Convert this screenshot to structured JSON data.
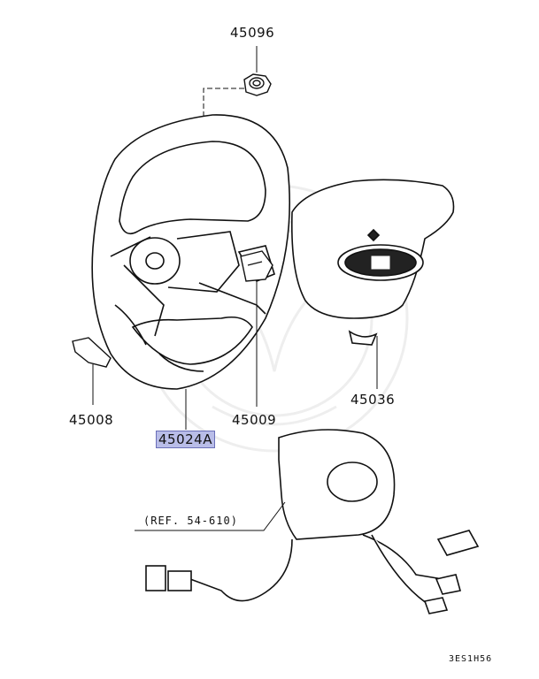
{
  "parts": {
    "nut": "45096",
    "pad_cover": "45036",
    "trim_cover": "45008",
    "steering_wheel": "45024A",
    "switch": "45009"
  },
  "reference": "(REF. 54-610)",
  "drawing_code": "3ES1H56",
  "colors": {
    "highlight": "#b9bde8",
    "line": "#111111"
  }
}
